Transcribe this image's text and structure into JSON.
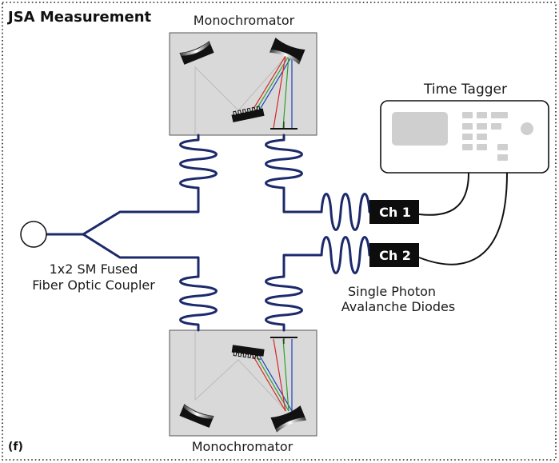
{
  "title": "JSA Measurement",
  "panel_label": "(f)",
  "monochromator_top_label": "Monochromator",
  "monochromator_bottom_label": "Monochromator",
  "time_tagger_label": "Time Tagger",
  "coupler_label_line1": "1x2 SM Fused",
  "coupler_label_line2": "Fiber Optic Coupler",
  "spad_label_line1": "Single Photon",
  "spad_label_line2": "Avalanche Diodes",
  "channel_1_label": "Ch 1",
  "channel_2_label": "Ch 2",
  "colors": {
    "fiber": "#1c2a6b",
    "monochromator_box": "#d9d9d9",
    "beam_red": "#d62728",
    "beam_green": "#2ca02c",
    "beam_blue": "#1f3fbf",
    "beam_gray": "#bdbdbd",
    "detector": "#0d0d0d",
    "frame_border": "#222222"
  },
  "icons": {
    "source": "fiber-source-circle-icon",
    "mirror": "curved-mirror-icon",
    "grating": "diffraction-grating-icon",
    "slit": "exit-slit-icon",
    "display": "time-tagger-display-icon",
    "buttons": "time-tagger-button-grid-icon",
    "knob": "time-tagger-knob-icon"
  }
}
